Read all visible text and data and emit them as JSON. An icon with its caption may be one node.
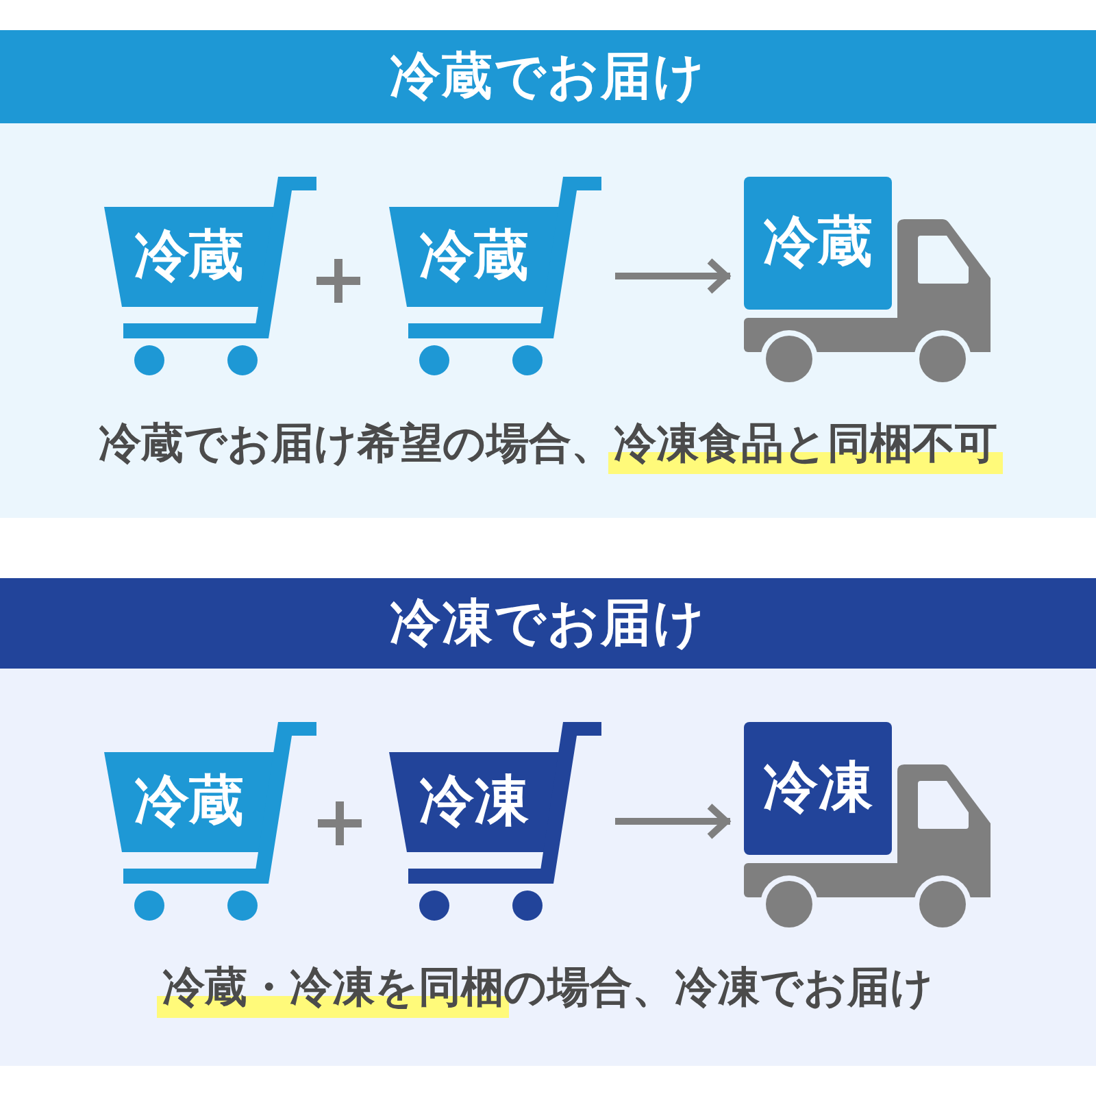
{
  "diagram": {
    "nodes": [
      {
        "text": [
          "冷蔵でお届け"
        ]
      },
      {
        "text": [
          "冷蔵でお届け希望の場合、**冷凍食品と同梱不可**"
        ]
      },
      {
        "text": [
          "冷蔵"
        ],
        "in": 1
      },
      {
        "text": [
          "冷蔵"
        ],
        "in": 1
      },
      {
        "text": [
          "冷蔵"
        ],
        "in": 1
      },
      {
        "text": [
          "冷凍でお届け"
        ]
      },
      {
        "text": [
          "**冷蔵・冷凍を同梱**の場合、冷凍でお届け"
        ]
      },
      {
        "text": [
          "冷蔵"
        ],
        "in": 6
      },
      {
        "text": [
          "冷凍"
        ],
        "in": 6
      },
      {
        "text": [
          "冷凍"
        ],
        "in": 6
      }
    ],
    "edges": [
      {
        "from": 3,
        "to": 4,
        "arrow": "to"
      },
      {
        "from": 8,
        "to": 9,
        "arrow": "to"
      }
    ]
  }
}
